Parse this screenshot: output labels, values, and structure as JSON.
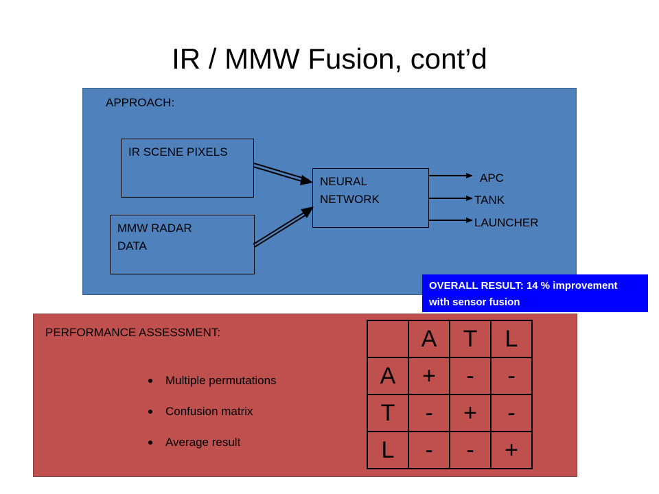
{
  "title": "IR / MMW Fusion, cont’d",
  "approach": {
    "heading": "APPROACH:",
    "ir_box": "IR SCENE PIXELS",
    "mmw_line1": "MMW RADAR",
    "mmw_line2": "DATA",
    "nn_line1": "NEURAL",
    "nn_line2": "NETWORK",
    "outputs": [
      "APC",
      "TANK",
      "LAUNCHER"
    ]
  },
  "result": {
    "line1": "OVERALL RESULT: 14 % improvement",
    "line2": "with sensor fusion"
  },
  "performance": {
    "heading": "PERFORMANCE ASSESSMENT:",
    "bullets": [
      "Multiple permutations",
      "Confusion matrix",
      "Average  result"
    ]
  },
  "matrix": {
    "header": [
      "",
      "A",
      "T",
      "L"
    ],
    "rows": [
      [
        "A",
        "+",
        "-",
        "-"
      ],
      [
        "T",
        "-",
        "+",
        "-"
      ],
      [
        "L",
        "-",
        "-",
        "+"
      ]
    ]
  },
  "colors": {
    "approach_panel": "#4f81bd",
    "performance_panel": "#c0504d",
    "result_box": "#0000ff"
  }
}
